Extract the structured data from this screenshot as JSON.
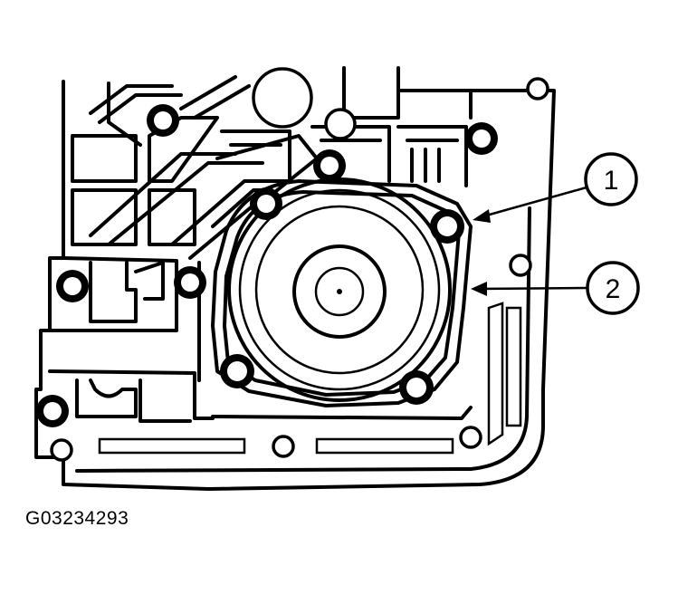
{
  "figure": {
    "id_label": "G03234293"
  },
  "callouts": [
    {
      "number": "1"
    },
    {
      "number": "2"
    }
  ],
  "colors": {
    "ink": "#000000",
    "paper": "#ffffff"
  }
}
